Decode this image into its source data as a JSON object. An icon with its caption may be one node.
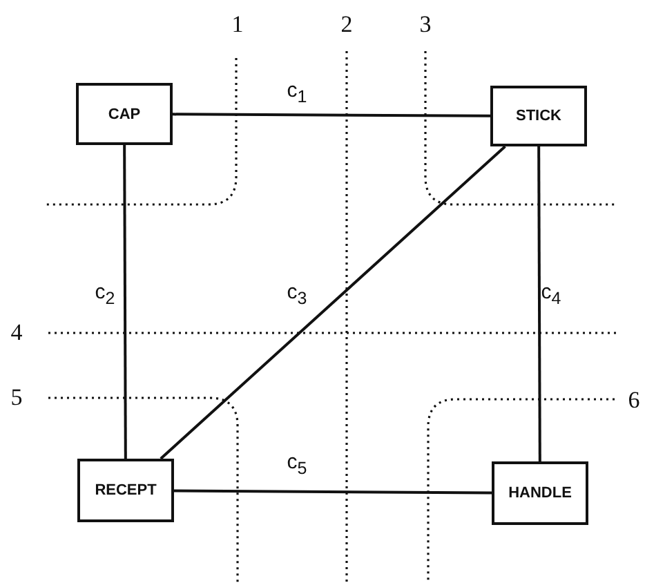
{
  "diagram": {
    "nodes": [
      {
        "text": [
          "CAP"
        ]
      },
      {
        "text": [
          "STICK"
        ]
      },
      {
        "text": [
          "RECEPT"
        ]
      },
      {
        "text": [
          "HANDLE"
        ]
      }
    ],
    "edges": [
      {
        "from": 0,
        "to": 1,
        "arrow": "none",
        "label": "c$_{1}$"
      },
      {
        "from": 0,
        "to": 2,
        "arrow": "none",
        "label": "c$_{2}$"
      },
      {
        "from": 1,
        "to": 2,
        "arrow": "none",
        "label": "c$_{3}$"
      },
      {
        "from": 1,
        "to": 3,
        "arrow": "none",
        "label": "c$_{4}$"
      },
      {
        "from": 2,
        "to": 3,
        "arrow": "none",
        "label": "c$_{5}$"
      }
    ],
    "labels": [
      "1",
      "2",
      "3",
      "4",
      "5",
      "6"
    ]
  }
}
